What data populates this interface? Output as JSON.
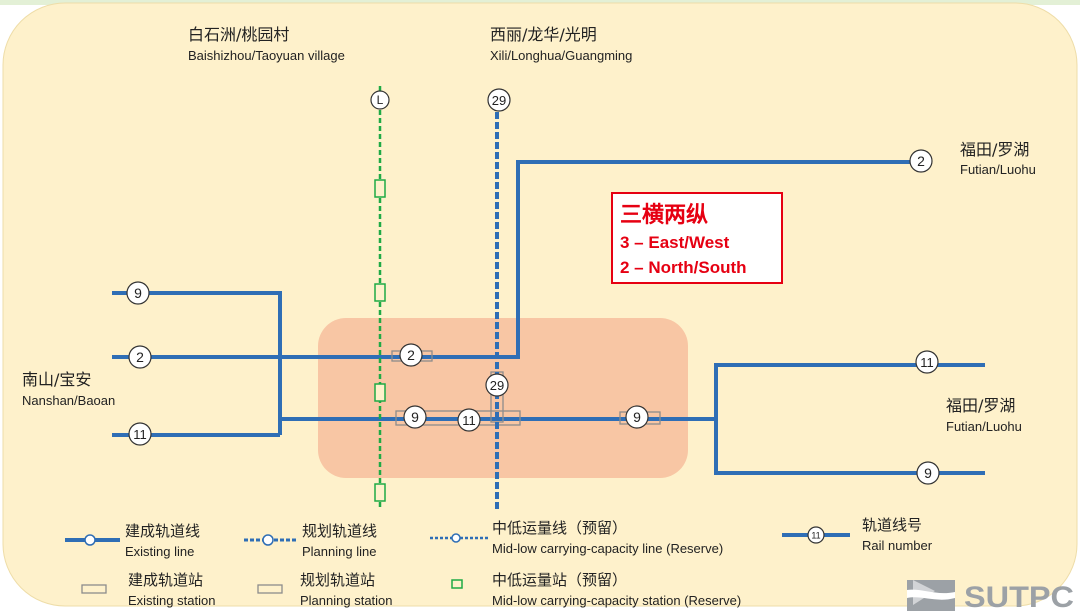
{
  "regions": {
    "top_left": {
      "zh": "白石洲/桃园村",
      "en": "Baishizhou/Taoyuan village"
    },
    "top_center": {
      "zh": "西丽/龙华/光明",
      "en": "Xili/Longhua/Guangming"
    },
    "right_top": {
      "zh": "福田/罗湖",
      "en": "Futian/Luohu"
    },
    "left": {
      "zh": "南山/宝安",
      "en": "Nanshan/Baoan"
    },
    "right_mid": {
      "zh": "福田/罗湖",
      "en": "Futian/Luohu"
    }
  },
  "summary_box": {
    "heading": "三横两纵",
    "line1": "3 – East/West",
    "line2": "2 – North/South"
  },
  "rail_markers": {
    "l_top": "L",
    "r29_top": "29",
    "r2_east": "2",
    "r9_west": "9",
    "r2_west": "2",
    "r11_west": "11",
    "r2_center": "2",
    "r29_center": "29",
    "r9_center": "9",
    "r11_center": "11",
    "r9_center_east": "9",
    "r11_east": "11",
    "r9_east": "9"
  },
  "legend": {
    "existing_line": {
      "zh": "建成轨道线",
      "en": "Existing line"
    },
    "planning_line": {
      "zh": "规划轨道线",
      "en": "Planning line"
    },
    "midlow_line": {
      "zh": "中低运量线（预留）",
      "en": "Mid-low carrying-capacity line (Reserve)"
    },
    "rail_number": {
      "zh": "轨道线号",
      "en": "Rail number",
      "sample": "11"
    },
    "existing_station": {
      "zh": "建成轨道站",
      "en": "Existing station"
    },
    "planning_station": {
      "zh": "规划轨道站",
      "en": "Planning station"
    },
    "midlow_station": {
      "zh": "中低运量站（预留）",
      "en": "Mid-low carrying-capacity station (Reserve)"
    }
  },
  "logo": {
    "text": "SUTPC",
    "icon": "sail-logo-icon"
  },
  "colors": {
    "blue": "#2F6EB5",
    "green": "#1FAA45",
    "red": "#E60012",
    "bg": "#FEF1CB",
    "core": "#F8C6A4",
    "logo": "#9CA1A6",
    "station": "#8C8C8C",
    "frame": "#E3F0D6"
  }
}
